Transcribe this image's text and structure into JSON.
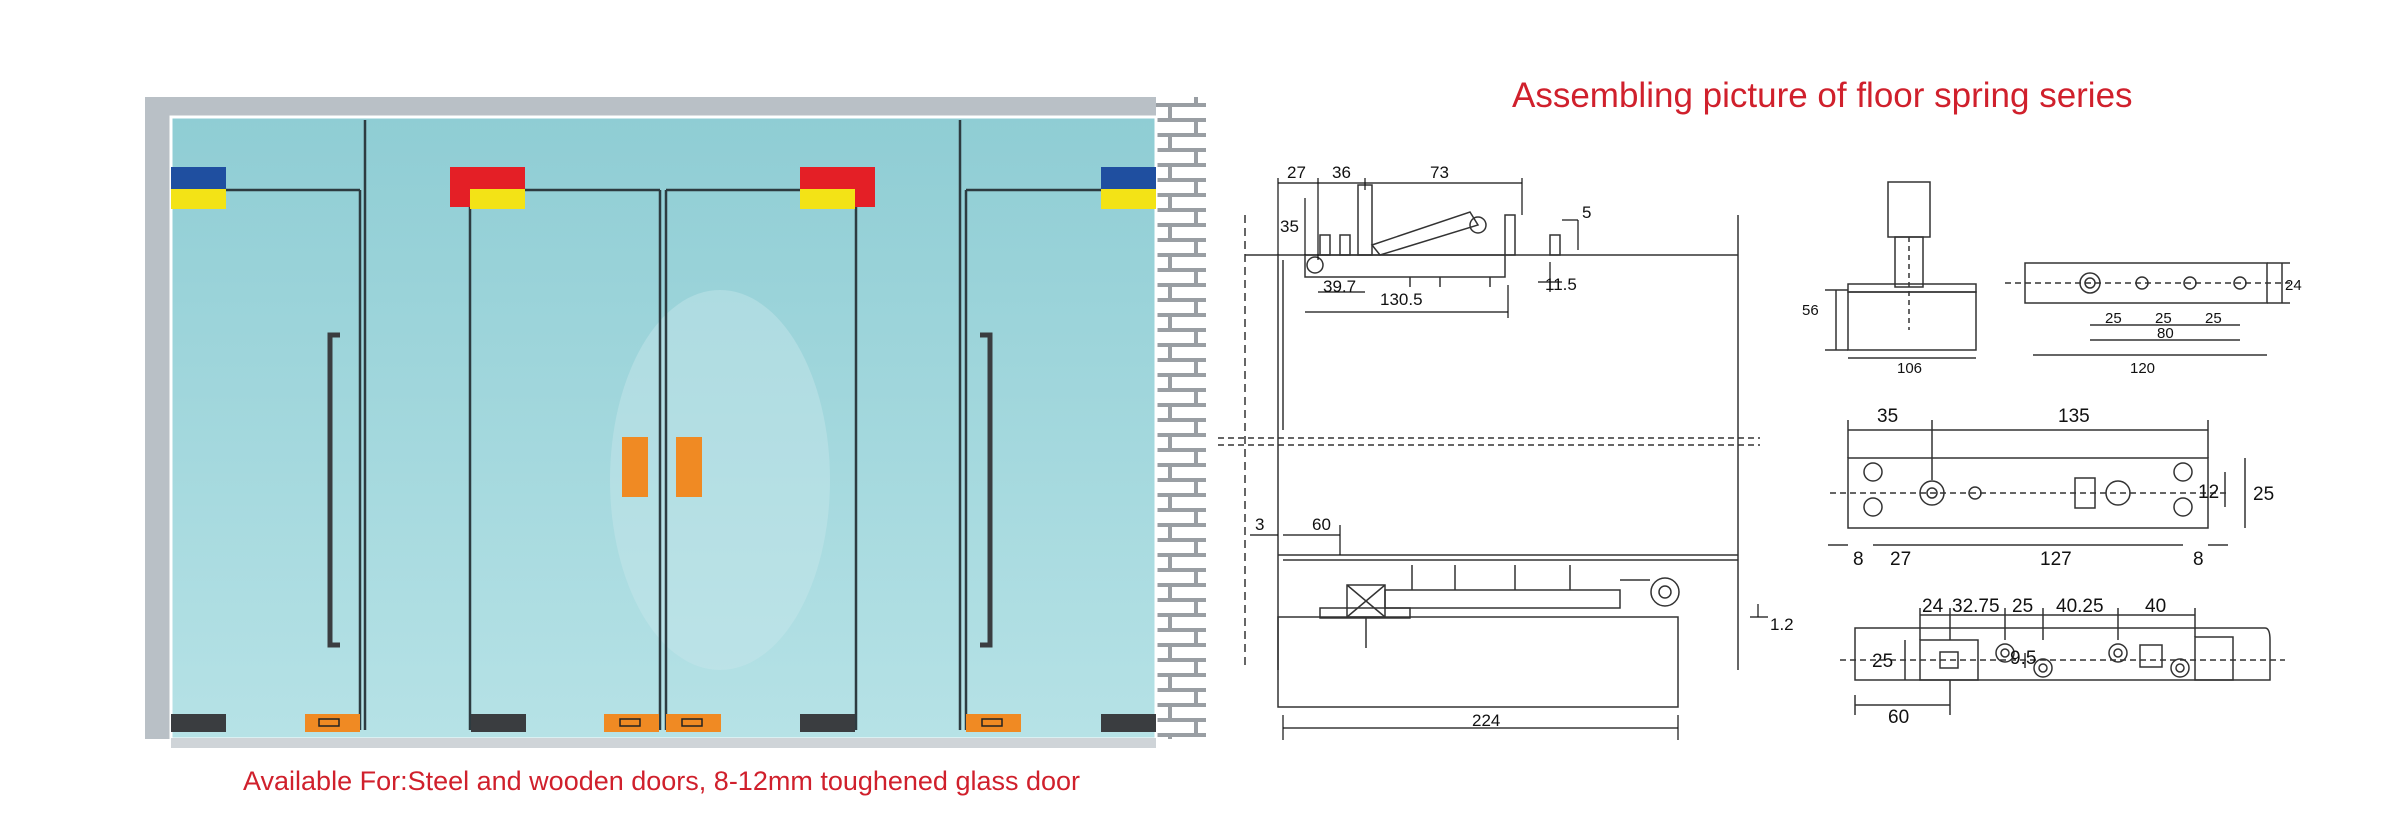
{
  "title": "Assembling picture of floor spring series",
  "subtitle": "Available For:Steel and wooden doors, 8-12mm toughened glass door",
  "colors": {
    "caption": "#d0202c",
    "glass": "#9fd6dc",
    "frame": "#b9c0c6",
    "brick_wall": "#999ea3",
    "blue_marker": "#1f4fa0",
    "yellow_marker": "#f3e316",
    "red_marker": "#e41f26",
    "orange_part": "#f08a23",
    "dark_part": "#3a3d40",
    "line": "#333333"
  },
  "dimensions": {
    "side_view": {
      "d27": "27",
      "d36": "36",
      "d73": "73",
      "d5": "5",
      "d35": "35",
      "d39_7": "39.7",
      "d130_5": "130.5",
      "d11_5": "11.5",
      "d3": "3",
      "d60": "60",
      "d1_2": "1.2",
      "d224": "224"
    },
    "front_view": {
      "d56": "56",
      "d106": "106"
    },
    "side_bar": {
      "d24": "24",
      "d25a": "25",
      "d25b": "25",
      "d25c": "25",
      "d80": "80",
      "d120": "120"
    },
    "top_plate": {
      "d35": "35",
      "d135": "135",
      "d12": "12",
      "d25": "25",
      "d8a": "8",
      "d27": "27",
      "d127": "127",
      "d8b": "8"
    },
    "bottom_plate": {
      "d24": "24",
      "d32_75": "32.75",
      "d25a": "25",
      "d40_25": "40.25",
      "d40": "40",
      "d25b": "25",
      "d9_5": "9.5",
      "d60": "60"
    }
  }
}
